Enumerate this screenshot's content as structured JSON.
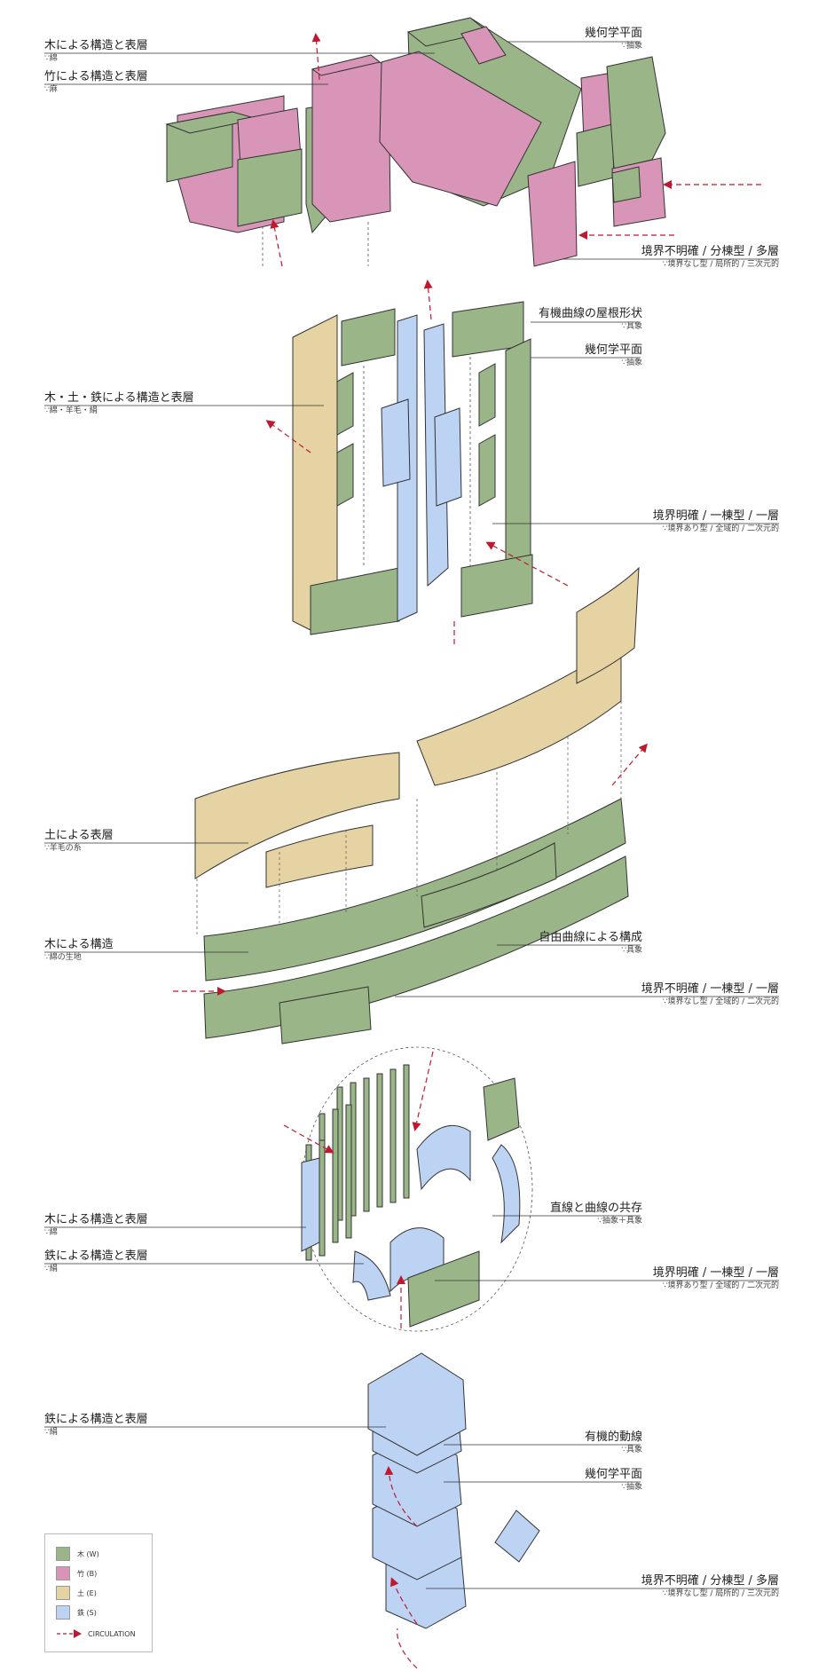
{
  "colors": {
    "wood": "#9ab587",
    "bamboo": "#d895b7",
    "earth": "#e6d3a3",
    "steel": "#bcd3f4",
    "circulation": "#c0182e",
    "edge": "#333333"
  },
  "diagrams": [
    {
      "id": "d1",
      "labels": [
        {
          "main": "木による構造と表層",
          "sub": "∵綿"
        },
        {
          "main": "竹による構造と表層",
          "sub": "∵麻"
        },
        {
          "main": "幾何学平面",
          "sub": "∵抽象"
        },
        {
          "main": "境界不明確 / 分棟型 / 多層",
          "sub": "∵境界なし型 / 局所的 / 三次元的"
        }
      ]
    },
    {
      "id": "d2",
      "labels": [
        {
          "main": "有機曲線の屋根形状",
          "sub": "∵具象"
        },
        {
          "main": "幾何学平面",
          "sub": "∵抽象"
        },
        {
          "main": "木・土・鉄による構造と表層",
          "sub": "∵綿・羊毛・絹"
        },
        {
          "main": "境界明確 / 一棟型 / 一層",
          "sub": "∵境界あり型 / 全域的 / 二次元的"
        }
      ]
    },
    {
      "id": "d3",
      "labels": [
        {
          "main": "土による表層",
          "sub": "∵羊毛の糸"
        },
        {
          "main": "木による構造",
          "sub": "∵綿の生地"
        },
        {
          "main": "自由曲線による構成",
          "sub": "∵具象"
        },
        {
          "main": "境界不明確 / 一棟型 / 一層",
          "sub": "∵境界なし型 / 全域的 / 二次元的"
        }
      ]
    },
    {
      "id": "d4",
      "labels": [
        {
          "main": "木による構造と表層",
          "sub": "∵綿"
        },
        {
          "main": "鉄による構造と表層",
          "sub": "∵絹"
        },
        {
          "main": "直線と曲線の共存",
          "sub": "∵抽象＋具象"
        },
        {
          "main": "境界明確 / 一棟型 / 一層",
          "sub": "∵境界あり型 / 全域的 / 二次元的"
        }
      ]
    },
    {
      "id": "d5",
      "labels": [
        {
          "main": "鉄による構造と表層",
          "sub": "∵絹"
        },
        {
          "main": "有機的動線",
          "sub": "∵具象"
        },
        {
          "main": "幾何学平面",
          "sub": "∵抽象"
        },
        {
          "main": "境界不明確 / 分棟型 / 多層",
          "sub": "∵境界なし型 / 局所的 / 三次元的"
        }
      ]
    }
  ],
  "legend": {
    "items": [
      {
        "label": "木 (W)",
        "color": "#9ab587"
      },
      {
        "label": "竹 (B)",
        "color": "#d895b7"
      },
      {
        "label": "土 (E)",
        "color": "#e6d3a3"
      },
      {
        "label": "鉄 (S)",
        "color": "#bcd3f4"
      }
    ],
    "circulation_label": "CIRCULATION"
  }
}
